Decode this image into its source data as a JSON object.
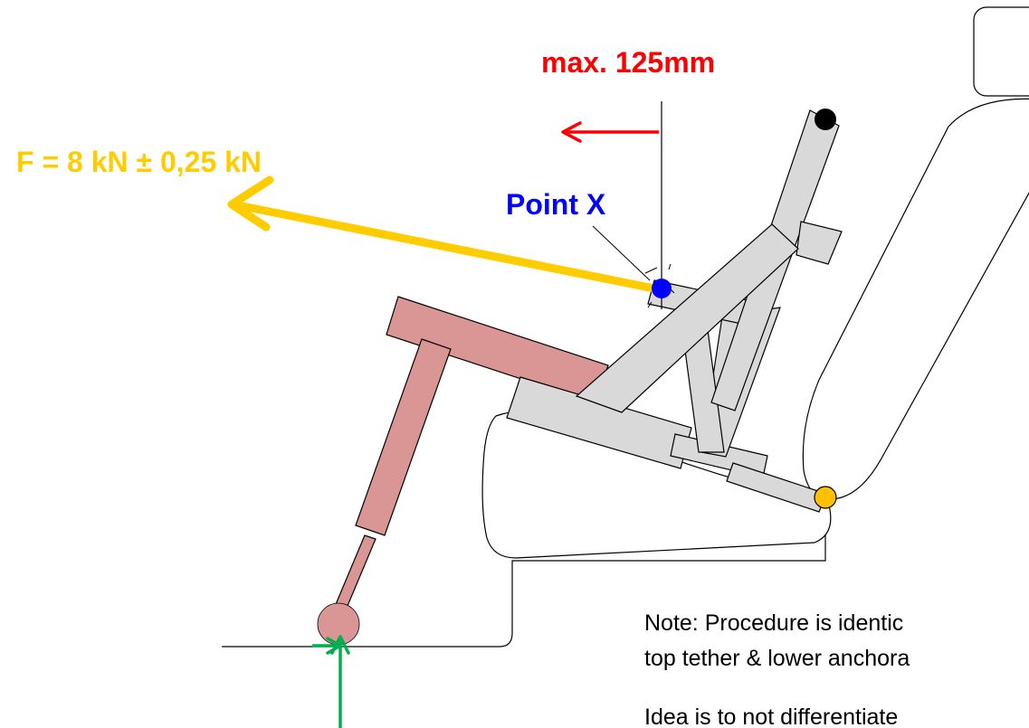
{
  "labels": {
    "max_distance": "max. 125mm",
    "force": "F = 8 kN ± 0,25 kN",
    "point_x": "Point X"
  },
  "note": {
    "line1": "Note: Procedure is identic",
    "line2": "top tether & lower anchora",
    "line3": "Idea is to not differentiate"
  },
  "colors": {
    "max_distance": "#ff0000",
    "force": "#ffcc00",
    "point_x": "#0000ff",
    "support_leg": "#d99694",
    "fixture": "#d9d9d9",
    "ground_reaction": "#00b050",
    "anchorage": "#ffc000",
    "top_anchor": "#000000"
  }
}
